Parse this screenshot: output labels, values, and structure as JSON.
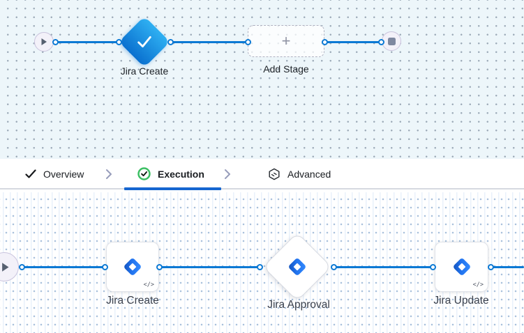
{
  "top_canvas": {
    "stage_label": "Jira Create",
    "add_stage": {
      "label": "Add Stage",
      "plus_glyph": "+"
    }
  },
  "tab_bar": {
    "tabs": [
      {
        "label": "Overview",
        "icon": "check-icon",
        "active": false
      },
      {
        "label": "Execution",
        "icon": "check-circle-icon",
        "active": true
      },
      {
        "label": "Advanced",
        "icon": "hexagon-icon",
        "active": false
      }
    ]
  },
  "execution_canvas": {
    "steps": [
      {
        "label": "Jira Create",
        "shape": "card",
        "badge": "</>",
        "icon": "jira-logo-icon"
      },
      {
        "label": "Jira Approval",
        "shape": "diamond",
        "badge": "",
        "icon": "jira-logo-icon"
      },
      {
        "label": "Jira Update",
        "shape": "card",
        "badge": "</>",
        "icon": "jira-logo-icon"
      }
    ]
  },
  "colors": {
    "connector_blue": "#0b79d4",
    "active_tab_underline": "#1666d0",
    "execution_icon_green": "#3bbf63",
    "stage_diamond_gradient_top": "#2fb0f2",
    "stage_diamond_gradient_bottom": "#0a70cf",
    "jira_logo_light_blue": "#338bff",
    "jira_logo_dark_blue": "#1250b8",
    "top_canvas_bg": "#edf6fa",
    "bottom_canvas_bg": "#ffffff"
  }
}
